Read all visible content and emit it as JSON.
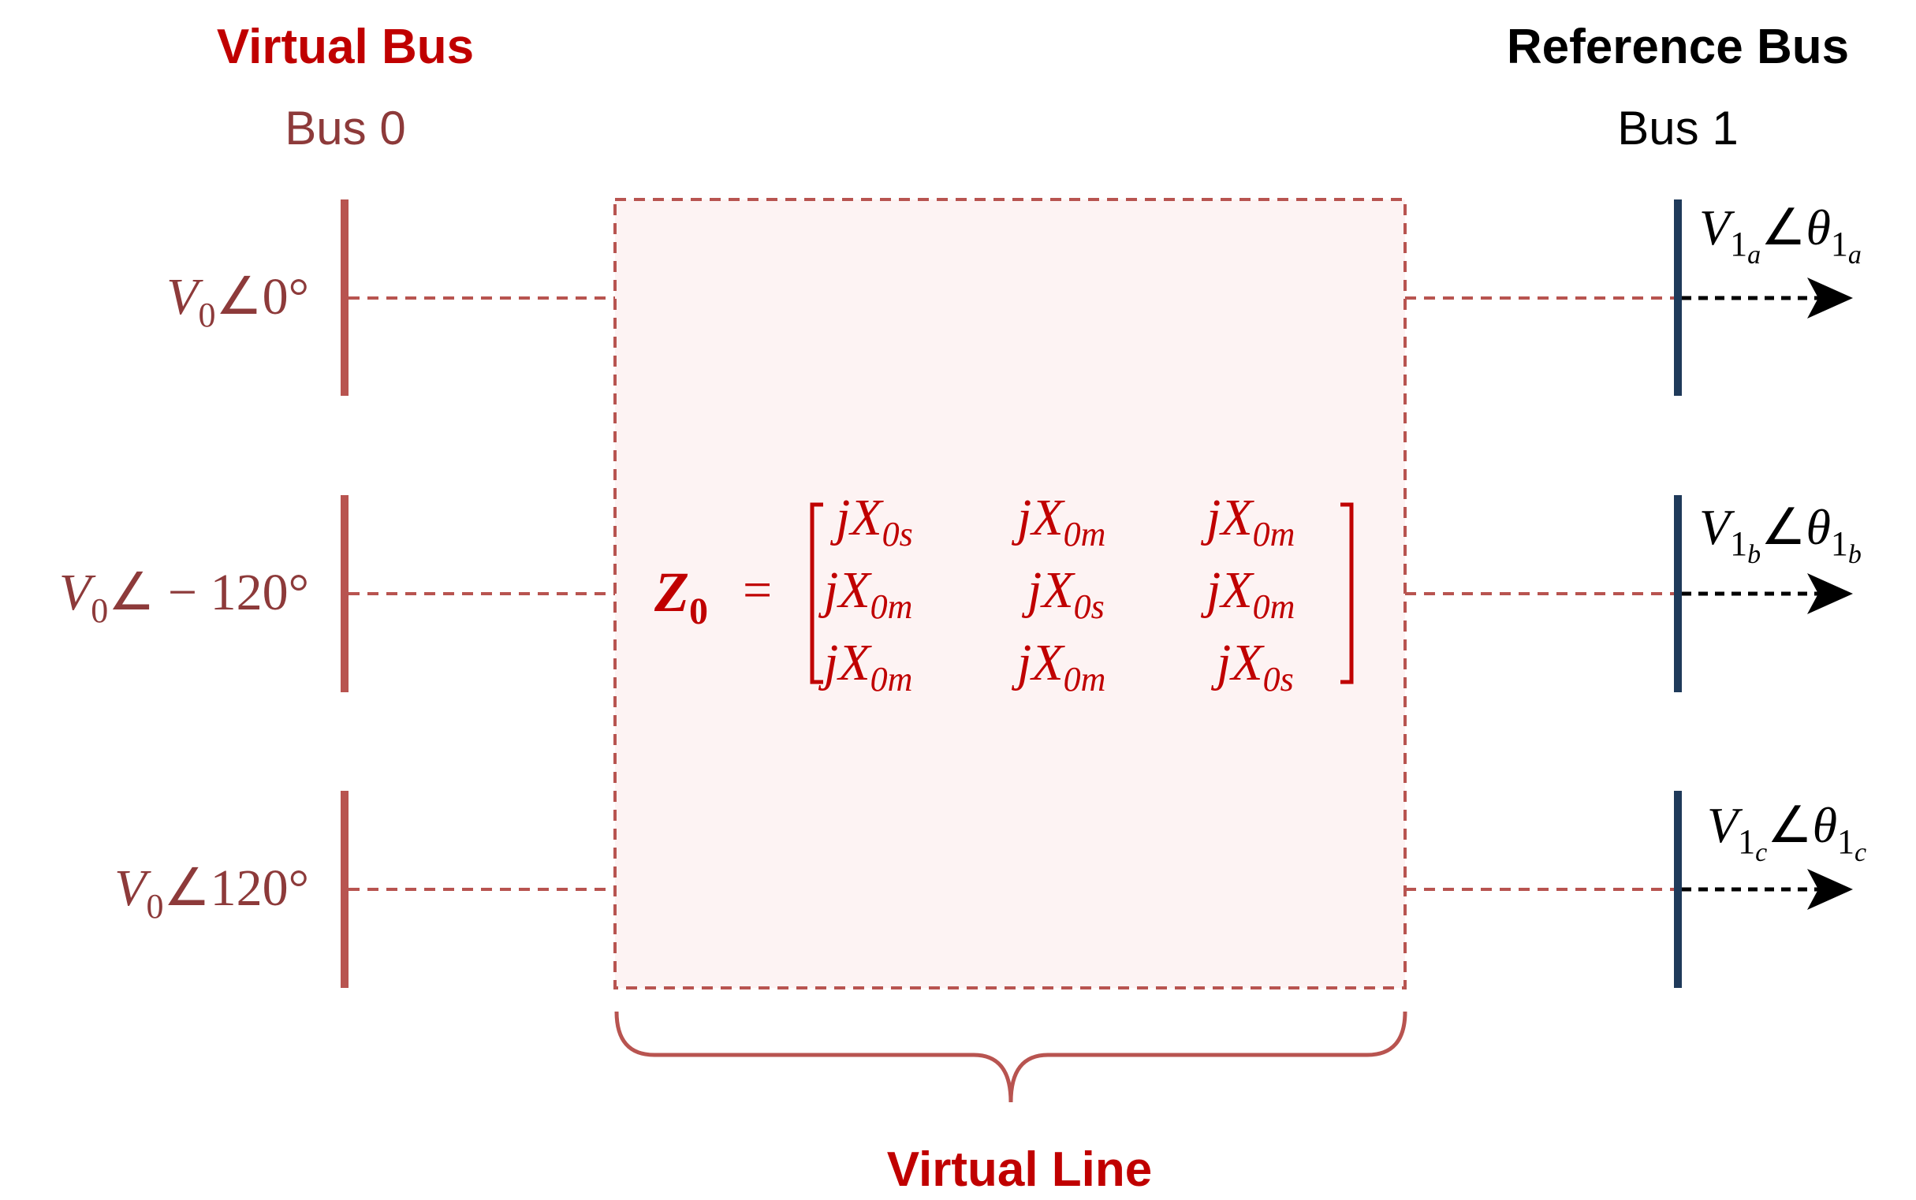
{
  "virtual_bus": {
    "title": "Virtual Bus",
    "subtitle": "Bus 0",
    "voltages": [
      {
        "base": "V",
        "sub": "0",
        "angle": "∠0°"
      },
      {
        "base": "V",
        "sub": "0",
        "angle": "∠ − 120°"
      },
      {
        "base": "V",
        "sub": "0",
        "angle": "∠120°"
      }
    ]
  },
  "reference_bus": {
    "title": "Reference Bus",
    "subtitle": "Bus 1",
    "voltages": [
      {
        "v": "V",
        "v_sub": "1",
        "v_subsub": "a",
        "angle": "∠",
        "theta": "θ",
        "t_sub": "1",
        "t_subsub": "a"
      },
      {
        "v": "V",
        "v_sub": "1",
        "v_subsub": "b",
        "angle": "∠",
        "theta": "θ",
        "t_sub": "1",
        "t_subsub": "b"
      },
      {
        "v": "V",
        "v_sub": "1",
        "v_subsub": "c",
        "angle": "∠",
        "theta": "θ",
        "t_sub": "1",
        "t_subsub": "c"
      }
    ]
  },
  "impedance": {
    "symbol": "Z",
    "symbol_sub": "0",
    "equals": "=",
    "matrix": [
      [
        {
          "pre": "jX",
          "sub": "0s"
        },
        {
          "pre": "jX",
          "sub": "0m"
        },
        {
          "pre": "jX",
          "sub": "0m"
        }
      ],
      [
        {
          "pre": "jX",
          "sub": "0m"
        },
        {
          "pre": "jX",
          "sub": "0s"
        },
        {
          "pre": "jX",
          "sub": "0m"
        }
      ],
      [
        {
          "pre": "jX",
          "sub": "0m"
        },
        {
          "pre": "jX",
          "sub": "0m"
        },
        {
          "pre": "jX",
          "sub": "0s"
        }
      ]
    ]
  },
  "virtual_line_label": "Virtual Line",
  "colors": {
    "virtual_bus": "#b85450",
    "virtual_text": "#8d3a3a",
    "title_red": "#c00000",
    "reference_bus": "#1f3a5a",
    "box_fill": "#fdf3f3",
    "arrow": "#000000"
  }
}
